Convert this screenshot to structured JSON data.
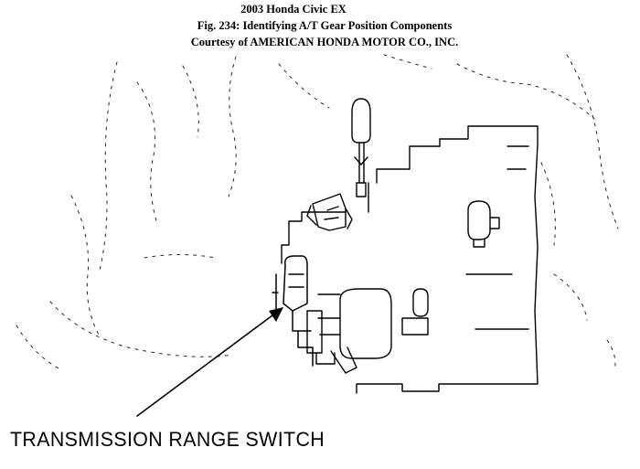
{
  "caption": {
    "vehicle": "2003 Honda Civic EX",
    "figure": "Fig. 234: Identifying A/T Gear Position Components",
    "courtesy": "Courtesy of AMERICAN HONDA MOTOR CO., INC."
  },
  "callouts": [
    {
      "label": "TRANSMISSION RANGE SWITCH"
    }
  ]
}
